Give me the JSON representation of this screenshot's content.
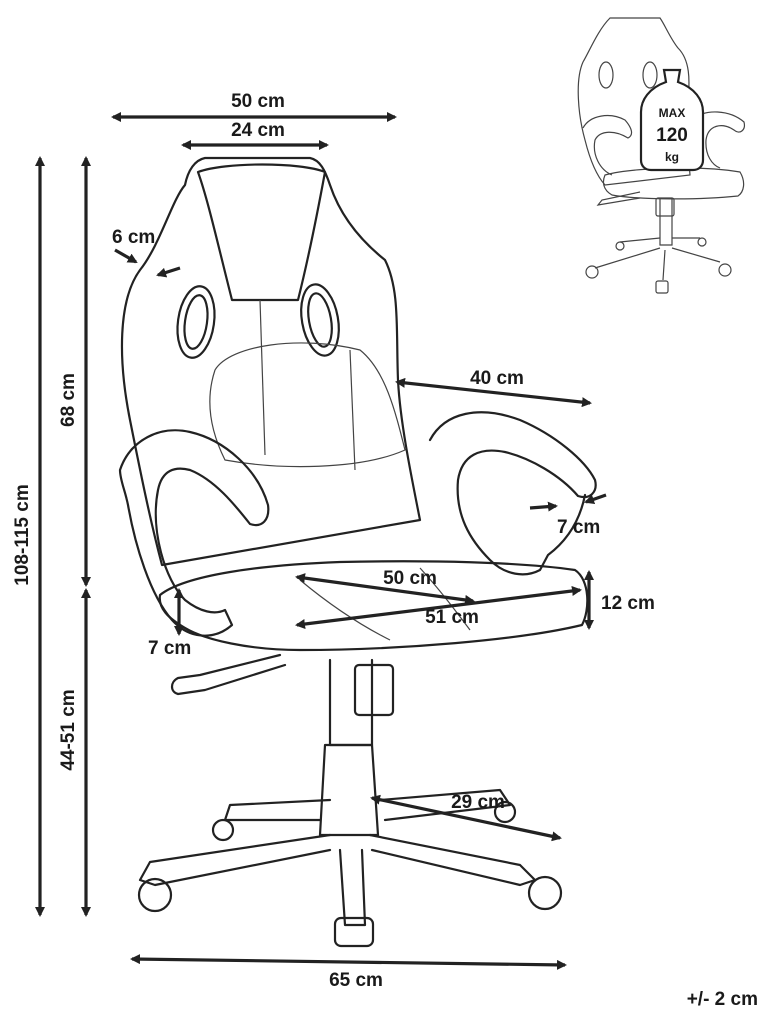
{
  "diagram": {
    "dimensions": {
      "top_width": "50 cm",
      "headrest_width": "24 cm",
      "side_bolster": "6 cm",
      "overall_height": "108-115 cm",
      "backrest_height": "68 cm",
      "seat_height": "44-51 cm",
      "armrest_length": "40 cm",
      "armrest_width": "7 cm",
      "seat_width": "50 cm",
      "seat_depth": "51 cm",
      "seat_thickness": "12 cm",
      "armrest_gap": "7 cm",
      "base_leg": "29 cm",
      "base_width": "65 cm"
    },
    "max_load": {
      "label": "MAX",
      "value": "120",
      "unit": "kg"
    },
    "tolerance": "+/- 2 cm"
  }
}
